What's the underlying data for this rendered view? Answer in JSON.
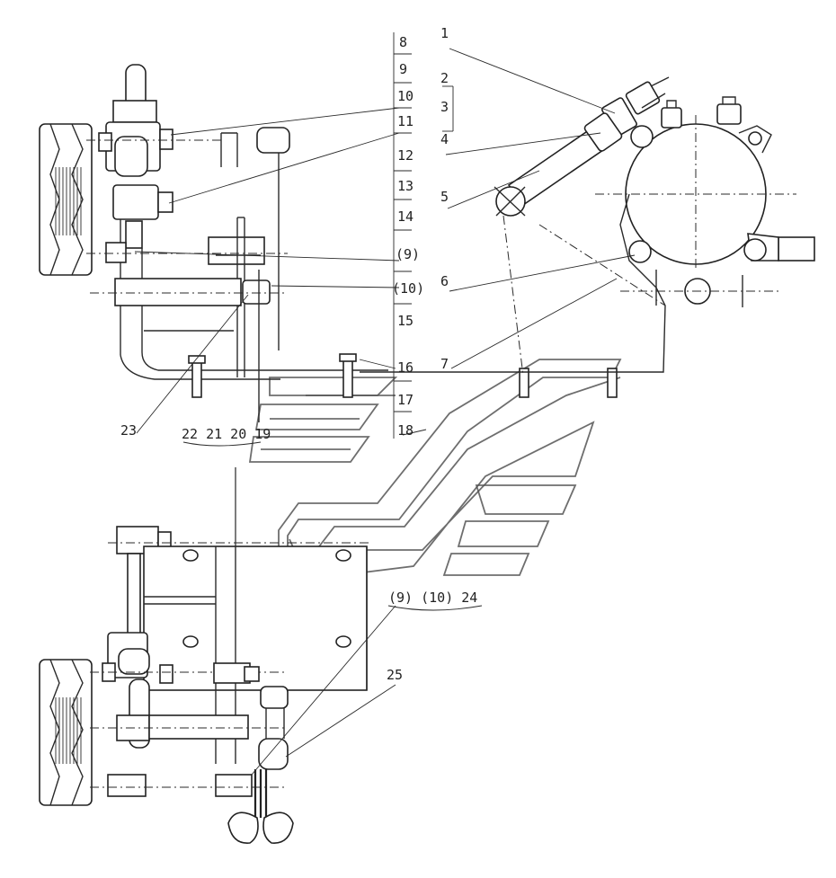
{
  "labels_left_column": [
    "8",
    "9",
    "10",
    "11",
    "12",
    "13",
    "14",
    "(9)",
    "(10)",
    "15",
    "16",
    "17",
    "18"
  ],
  "labels_right": [
    "1",
    "2",
    "3",
    "4",
    "5",
    "6",
    "7"
  ],
  "label_23": "23",
  "label_group_22_19": "22 21 20 19",
  "label_group_9_10_24": "(9) (10) 24",
  "label_25": "25"
}
